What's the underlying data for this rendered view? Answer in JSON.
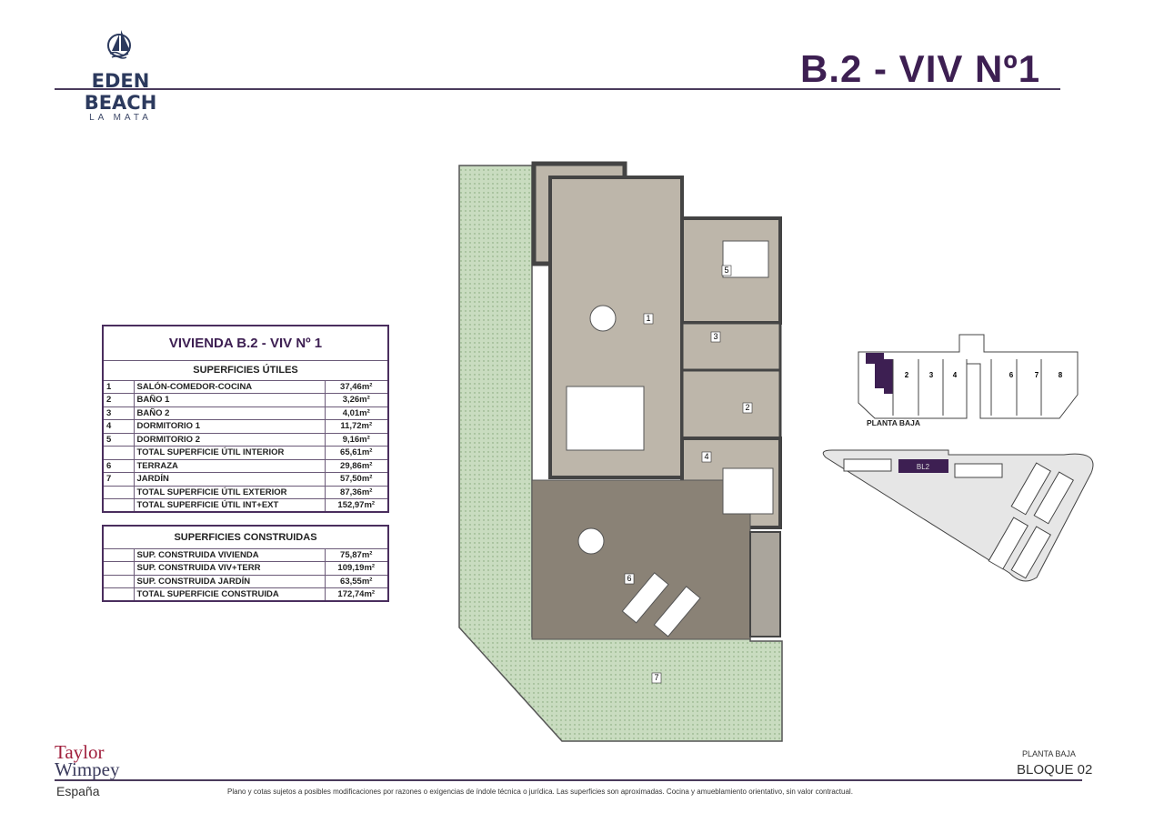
{
  "brand": {
    "name": "EDEN BEACH",
    "subtitle": "LA MATA"
  },
  "header": {
    "title": "B.2 - VIV Nº1"
  },
  "table_utiles": {
    "title": "VIVIENDA B.2 - VIV Nº 1",
    "section": "SUPERFICIES ÚTILES",
    "rows": [
      {
        "n": "1",
        "label": "SALÓN-COMEDOR-COCINA",
        "value": "37,46m²"
      },
      {
        "n": "2",
        "label": "BAÑO 1",
        "value": "3,26m²"
      },
      {
        "n": "3",
        "label": "BAÑO 2",
        "value": "4,01m²"
      },
      {
        "n": "4",
        "label": "DORMITORIO 1",
        "value": "11,72m²"
      },
      {
        "n": "5",
        "label": "DORMITORIO 2",
        "value": "9,16m²"
      },
      {
        "n": "",
        "label": "TOTAL SUPERFICIE ÚTIL INTERIOR",
        "value": "65,61m²"
      },
      {
        "n": "6",
        "label": "TERRAZA",
        "value": "29,86m²"
      },
      {
        "n": "7",
        "label": "JARDÍN",
        "value": "57,50m²"
      },
      {
        "n": "",
        "label": "TOTAL SUPERFICIE ÚTIL EXTERIOR",
        "value": "87,36m²"
      },
      {
        "n": "",
        "label": "TOTAL SUPERFICIE ÚTIL INT+EXT",
        "value": "152,97m²"
      }
    ]
  },
  "table_construidas": {
    "section": "SUPERFICIES CONSTRUIDAS",
    "rows": [
      {
        "label": "SUP. CONSTRUIDA VIVIENDA",
        "value": "75,87m²"
      },
      {
        "label": "SUP. CONSTRUIDA VIV+TERR",
        "value": "109,19m²"
      },
      {
        "label": "SUP. CONSTRUIDA JARDÍN",
        "value": "63,55m²"
      },
      {
        "label": "TOTAL SUPERFICIE CONSTRUIDA",
        "value": "172,74m²"
      }
    ]
  },
  "plan": {
    "rooms": [
      "1",
      "2",
      "3",
      "4",
      "5",
      "6",
      "7"
    ]
  },
  "keyplan": {
    "units": [
      "2",
      "3",
      "4",
      "6",
      "7",
      "8"
    ],
    "label": "PLANTA BAJA",
    "block": "BL2"
  },
  "footer": {
    "company_line1": "Taylor",
    "company_line2": "Wimpey",
    "country": "España",
    "disclaimer": "Plano y cotas sujetos a posibles modificaciones por razones o exigencias de índole técnica o jurídica. Las superficies son aproximadas. Cocina y amueblamiento orientativo, sin valor contractual.",
    "floor": "PLANTA BAJA",
    "block": "BLOQUE 02"
  },
  "colors": {
    "accent": "#3d1f52",
    "garden": "#c9dcc0",
    "interior": "#bdb6aa",
    "terrace": "#8a8276"
  }
}
